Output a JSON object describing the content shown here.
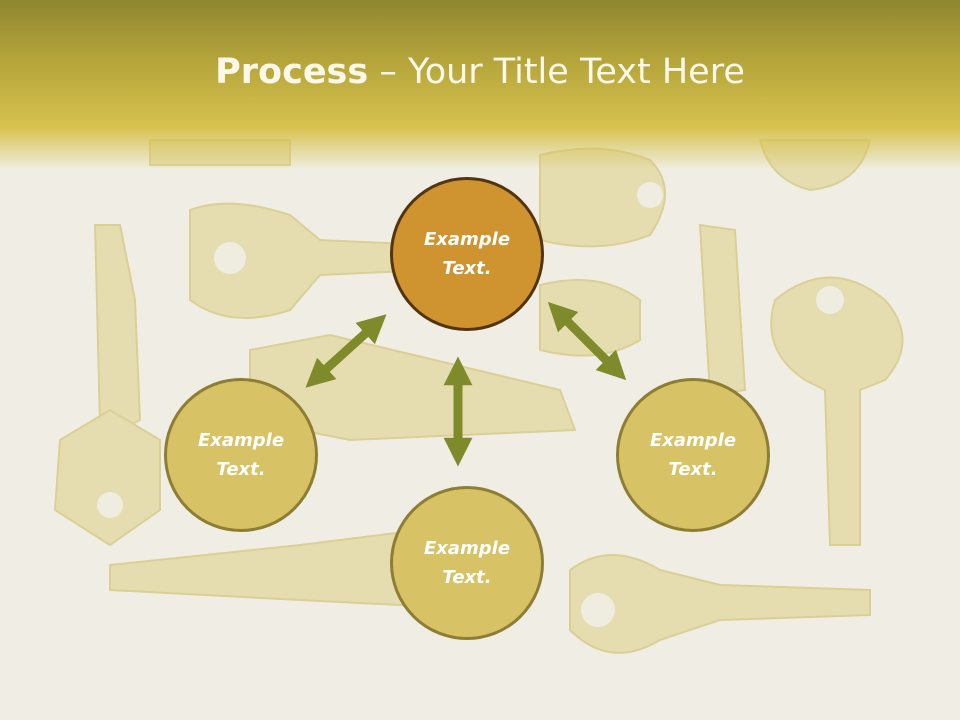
{
  "slide": {
    "title_bold": "Process",
    "title_rest": " – Your Title Text Here"
  },
  "nodes": [
    {
      "id": "top",
      "text": "Example Text."
    },
    {
      "id": "left",
      "text": "Example Text."
    },
    {
      "id": "bottom",
      "text": "Example Text."
    },
    {
      "id": "right",
      "text": "Example Text."
    }
  ],
  "colors": {
    "main_fill": "#cf9430",
    "main_border": "#52340f",
    "sub_fill": "#d7c265",
    "sub_border": "#8d7e33",
    "arrow": "#7f8a2a",
    "header": "#b4a43a"
  }
}
